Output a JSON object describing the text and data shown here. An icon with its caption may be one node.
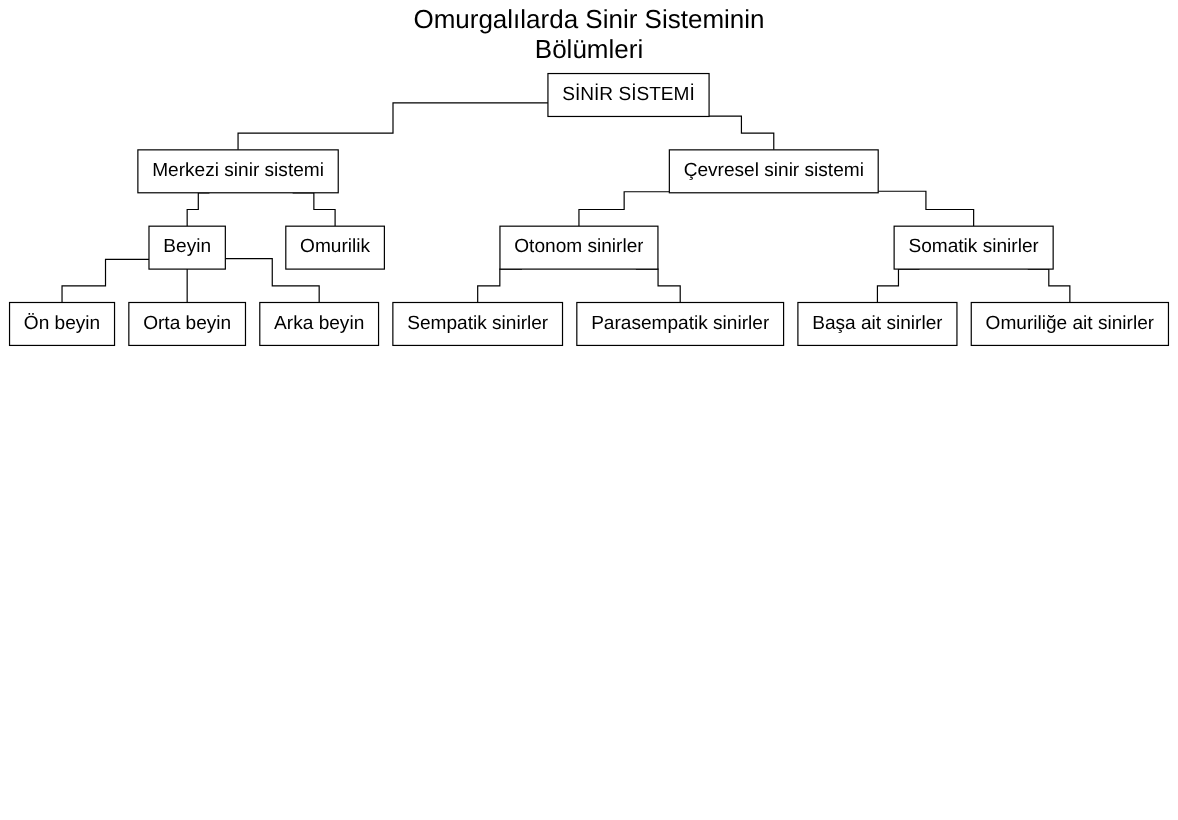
{
  "diagram": {
    "title": "Omurgalılarda Sinir Sisteminin Bölümleri",
    "nodes": [
      {
        "text": [
          "SİNİR SİSTEMİ"
        ]
      },
      {
        "text": [
          "Merkezi sinir sistemi"
        ]
      },
      {
        "text": [
          "Çevresel sinir sistemi"
        ]
      },
      {
        "text": [
          "Beyin"
        ]
      },
      {
        "text": [
          "Omurilik"
        ]
      },
      {
        "text": [
          "Otonom sinirler"
        ]
      },
      {
        "text": [
          "Somatik sinirler"
        ]
      },
      {
        "text": [
          "Ön beyin"
        ]
      },
      {
        "text": [
          "Orta beyin"
        ]
      },
      {
        "text": [
          "Arka beyin"
        ]
      },
      {
        "text": [
          "Sempatik sinirler"
        ]
      },
      {
        "text": [
          "Parasempatik sinirler"
        ]
      },
      {
        "text": [
          "Başa ait sinirler"
        ]
      },
      {
        "text": [
          "Omuriliğe ait sinirler"
        ]
      }
    ],
    "edges": [
      {
        "from": 0,
        "to": 1,
        "arrow": "none"
      },
      {
        "from": 0,
        "to": 2,
        "arrow": "none"
      },
      {
        "from": 1,
        "to": 3,
        "arrow": "none"
      },
      {
        "from": 1,
        "to": 4,
        "arrow": "none"
      },
      {
        "from": 2,
        "to": 5,
        "arrow": "none"
      },
      {
        "from": 2,
        "to": 6,
        "arrow": "none"
      },
      {
        "from": 3,
        "to": 7,
        "arrow": "none"
      },
      {
        "from": 3,
        "to": 8,
        "arrow": "none"
      },
      {
        "from": 3,
        "to": 9,
        "arrow": "none"
      },
      {
        "from": 5,
        "to": 10,
        "arrow": "none"
      },
      {
        "from": 5,
        "to": 11,
        "arrow": "none"
      },
      {
        "from": 6,
        "to": 12,
        "arrow": "none"
      },
      {
        "from": 6,
        "to": 13,
        "arrow": "none"
      }
    ]
  }
}
